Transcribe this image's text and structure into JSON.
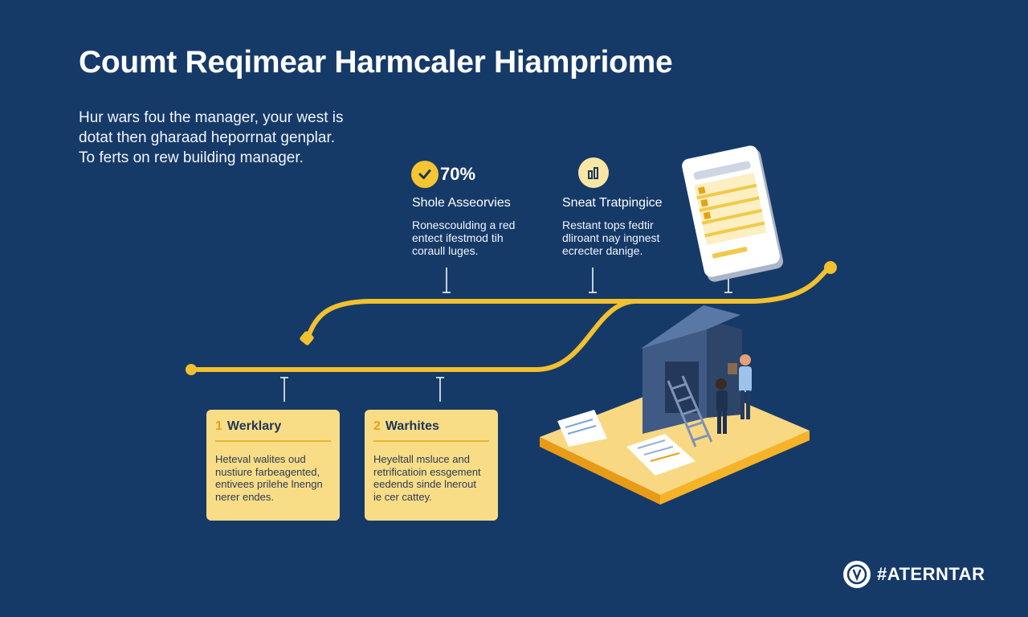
{
  "title": "Coumt Reqimear Harmcaler Hiampriome",
  "intro": [
    "Hur wars fou the manager, your west is",
    "dotat then gharaad heporrnat genplar.",
    "To ferts on rew building manager."
  ],
  "stats": [
    {
      "icon": "check-icon",
      "value": "70%",
      "title": "Shole Asseorvies",
      "desc": [
        "Ronescoulding a red",
        "entect ifestmod tih",
        "coraull luges."
      ]
    },
    {
      "icon": "chart-icon",
      "title": "Sneat Tratpingice",
      "desc": [
        "Restant tops fedtir",
        "dliroant nay ingnest",
        "ecrecter danige."
      ]
    }
  ],
  "cards": [
    {
      "number": "1",
      "title": "Werklary",
      "desc": [
        "Heteval walites oud",
        "nustiure farbeagented,",
        "entivees prilehe lnengn",
        "nerer endes."
      ]
    },
    {
      "number": "2",
      "title": "Warhites",
      "desc": [
        "Heyeltall msluce and",
        "retrificatioin essgement",
        "eedends sinde lnerout",
        "ie cer cattey."
      ]
    }
  ],
  "brand": {
    "icon": "badge-icon",
    "text": "#ATERNTAR"
  },
  "colors": {
    "background": "#163a68",
    "accent": "#f5c532",
    "card": "#f8dd86"
  }
}
